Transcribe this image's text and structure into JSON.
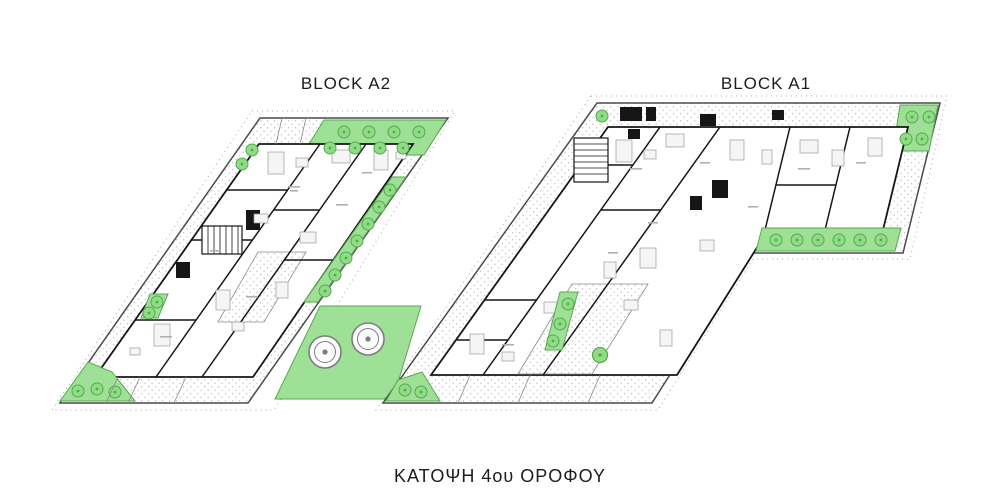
{
  "blocks": [
    {
      "id": "A2",
      "label": "BLOCK A2"
    },
    {
      "id": "A1",
      "label": "BLOCK A1"
    }
  ],
  "caption": "ΚΑΤΟΨΗ 4ου ΟΡΟΦΟΥ",
  "colors": {
    "background": "#ffffff",
    "text": "#1c1c1c",
    "line": "#4a4a4a",
    "wall": "#161616",
    "green_fill": "#9fe097",
    "green_stroke": "#57a851",
    "tree_fill": "#8edc84",
    "stipple_dot": "#bcbcbc",
    "terrace_line": "#8a8a8a",
    "pool_ring": "#7d7d7d"
  },
  "icons": {
    "tree": "filled green circle with center dot",
    "pool": "concentric circles (whirlpool seen from above)",
    "stairs": "rectangle with tread lines"
  }
}
